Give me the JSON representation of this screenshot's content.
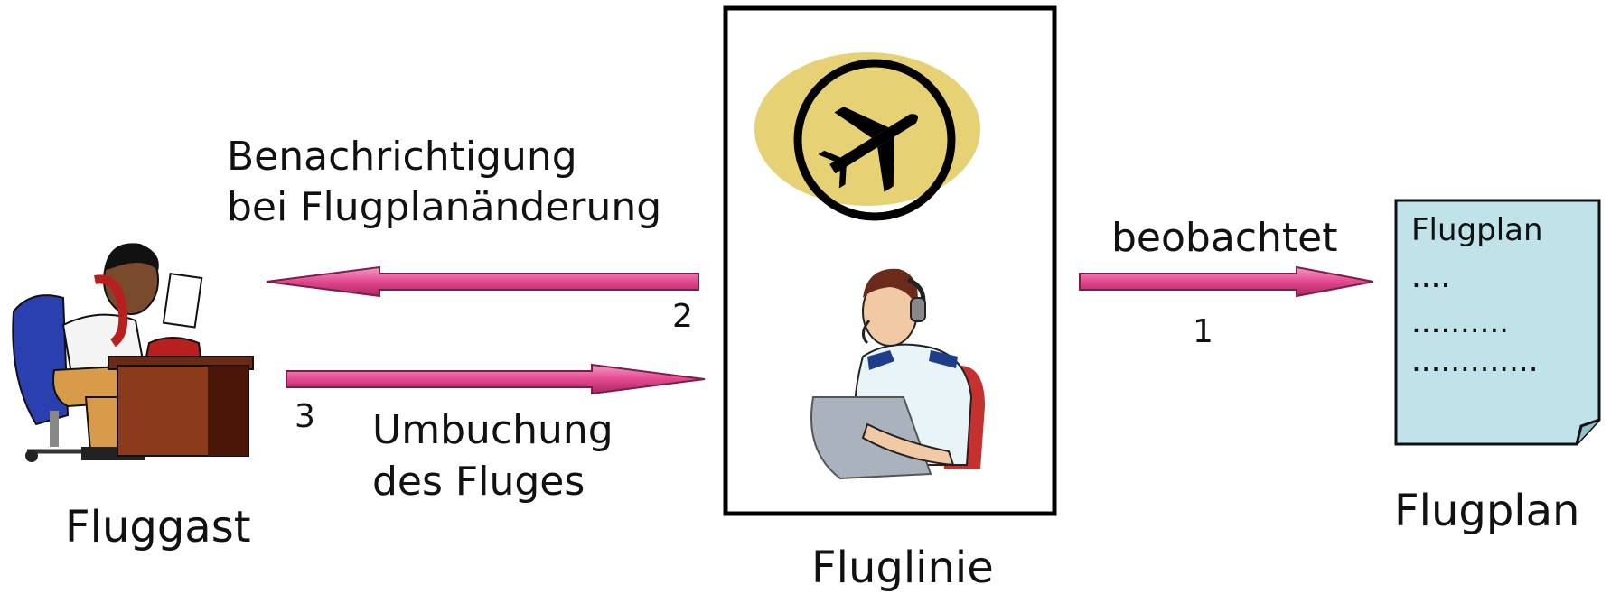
{
  "labels": {
    "passenger": "Fluggast",
    "airline": "Fluglinie",
    "flightplan": "Flugplan"
  },
  "arrows": {
    "observes": {
      "label": "beobachtet",
      "number": "1"
    },
    "notify": {
      "line1": "Benachrichtigung",
      "line2": "bei Flugplanänderung",
      "number": "2"
    },
    "rebook": {
      "line1": "Umbuchung",
      "line2": "des Fluges",
      "number": "3"
    }
  },
  "document": {
    "title": "Flugplan",
    "lines": [
      "....",
      "..........",
      "............."
    ]
  },
  "colors": {
    "arrow_fill": "#e3488f",
    "arrow_edge": "#7a1f4a",
    "document_fill": "#bfe3e8",
    "logo_oval": "#e6d274"
  },
  "icons": [
    "passenger-icon",
    "airplane-logo-icon",
    "operator-icon",
    "document-icon"
  ]
}
